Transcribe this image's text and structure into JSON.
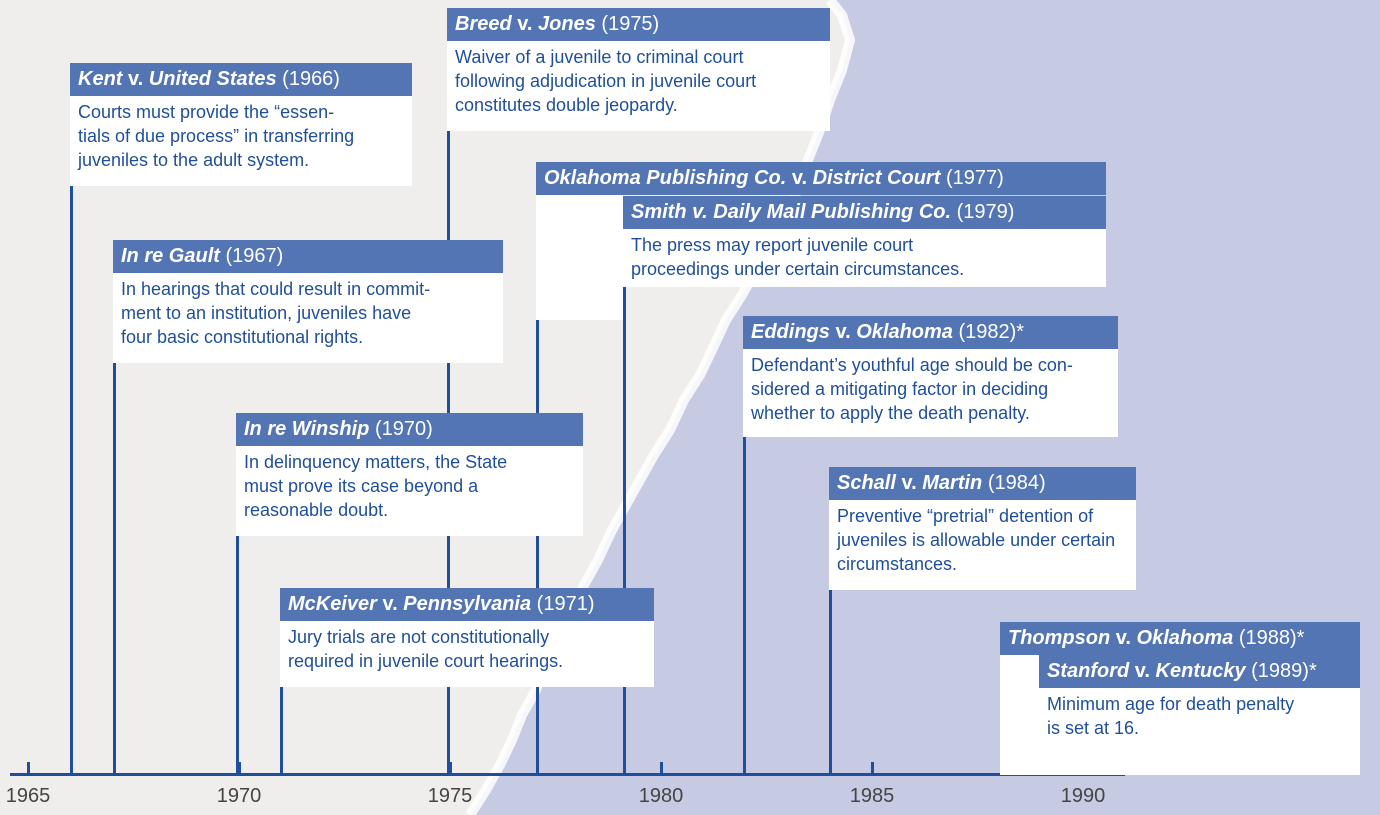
{
  "axis": {
    "ticks": [
      "1965",
      "1970",
      "1975",
      "1980",
      "1985",
      "1990"
    ]
  },
  "cases": [
    {
      "id": "kent",
      "name1": "Kent",
      "v": "v.",
      "name2": "United States",
      "year": "(1966)",
      "suffix": "",
      "text": [
        "Courts must provide the “essen-",
        "tials of due process” in transferring",
        "juveniles to the adult system."
      ]
    },
    {
      "id": "gault",
      "name1": "In re Gault",
      "v": "",
      "name2": "",
      "year": "(1967)",
      "suffix": "",
      "text": [
        "In hearings that could result in commit-",
        "ment to an institution, juveniles have",
        "four basic constitutional rights."
      ]
    },
    {
      "id": "winship",
      "name1": "In re Winship",
      "v": "",
      "name2": "",
      "year": "(1970)",
      "suffix": "",
      "text": [
        "In delinquency matters, the State",
        "must prove its case beyond a",
        "reasonable doubt."
      ]
    },
    {
      "id": "mckeiver",
      "name1": "McKeiver",
      "v": "v.",
      "name2": "Pennsylvania",
      "year": "(1971)",
      "suffix": "",
      "text": [
        "Jury trials are not constitutionally",
        "required in juvenile court hearings."
      ]
    },
    {
      "id": "breed",
      "name1": "Breed",
      "v": "v.",
      "name2": "Jones",
      "year": "(1975)",
      "suffix": "",
      "text": [
        "Waiver of a juvenile to criminal court",
        "following adjudication in juvenile court",
        "constitutes double jeopardy."
      ]
    },
    {
      "id": "oklahoma-pub",
      "name1": "Oklahoma Publishing Co.",
      "v": "v.",
      "name2": "District Court",
      "year": "(1977)",
      "suffix": "",
      "text": []
    },
    {
      "id": "smith",
      "name1": "Smith v. Daily Mail Publishing Co.",
      "v": "",
      "name2": "",
      "year": "(1979)",
      "suffix": "",
      "text": [
        "The press may report juvenile court",
        "proceedings under certain circumstances."
      ]
    },
    {
      "id": "eddings",
      "name1": "Eddings",
      "v": "v.",
      "name2": "Oklahoma",
      "year": "(1982)",
      "suffix": "*",
      "text": [
        "Defendant’s youthful age should be con-",
        "sidered a mitigating factor in deciding",
        "whether to apply the death penalty."
      ]
    },
    {
      "id": "schall",
      "name1": "Schall",
      "v": "v.",
      "name2": "Martin",
      "year": "(1984)",
      "suffix": "",
      "text": [
        "Preventive “pretrial” detention of",
        "juveniles is allowable under certain",
        "circumstances."
      ]
    },
    {
      "id": "thompson",
      "name1": "Thompson",
      "v": "v.",
      "name2": "Oklahoma",
      "year": "(1988)",
      "suffix": "*",
      "text": []
    },
    {
      "id": "stanford",
      "name1": "Stanford",
      "v": "v.",
      "name2": "Kentucky",
      "year": "(1989)",
      "suffix": "*",
      "text": [
        "Minimum age for death penalty",
        "is set at 16."
      ]
    }
  ]
}
